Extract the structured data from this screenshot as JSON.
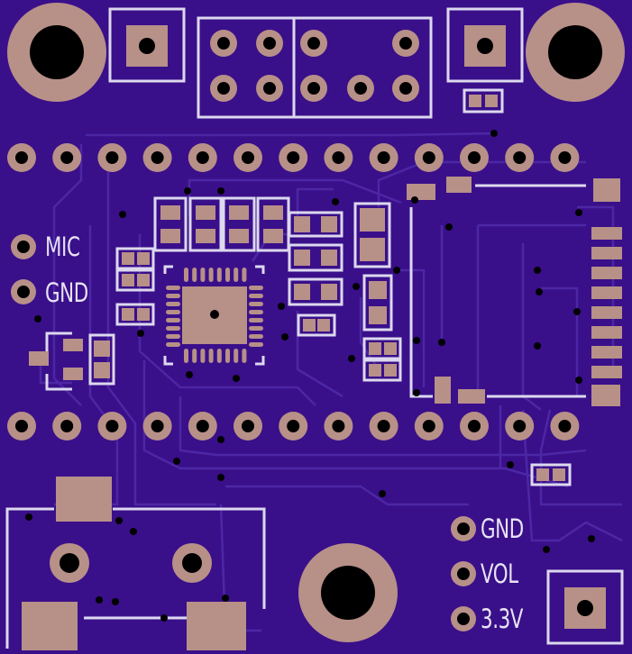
{
  "board": {
    "colors": {
      "substrate": "#3a0f8a",
      "copper": "#b79088",
      "silkscreen": "#dcd8ee",
      "trace": "#4d27a6",
      "drill": "#000000"
    },
    "labels": {
      "mic": "MIC",
      "gnd_left": "GND",
      "gnd_right": "GND",
      "vol": "VOL",
      "v33": "3.3V"
    }
  }
}
